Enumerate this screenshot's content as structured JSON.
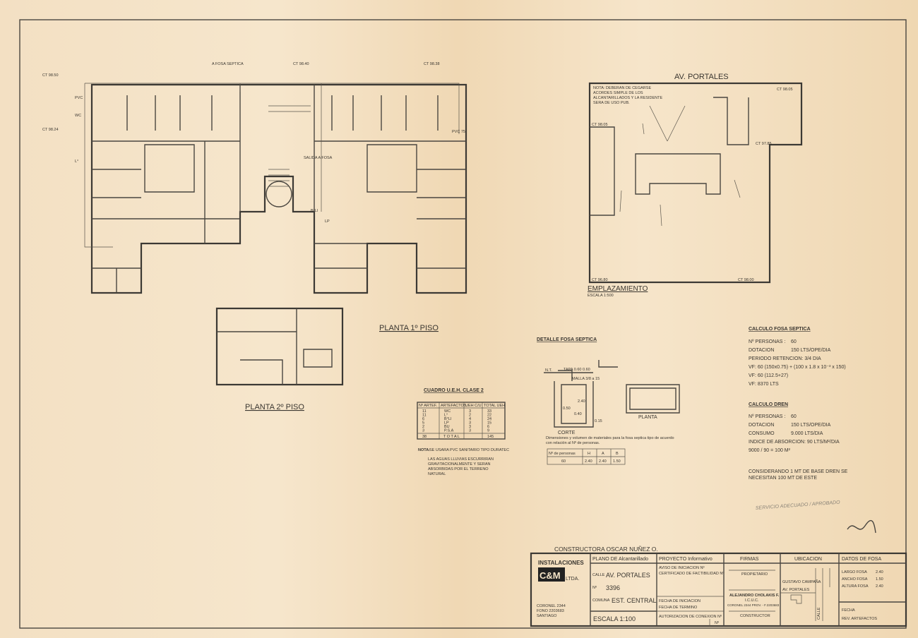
{
  "drawing": {
    "plan1_title": "PLANTA 1º PISO",
    "plan2_title": "PLANTA 2º PISO",
    "site_title": "EMPLAZAMIENTO",
    "site_scale": "ESCALA 1:500",
    "street": "AV. PORTALES",
    "site_note": "NOTA: DEBERAN DE CEGARSE ACORDES SIMPLE DE LOS ALCANTARILLADOS Y LA RESIDENTE SERA DE USO PUB.",
    "site_levels": [
      "CT 98.05",
      "CT 98.05",
      "CT 97.85",
      "CT 98.00",
      "CT 96.80"
    ],
    "plan_labels": [
      "PVC",
      "WC",
      "L°",
      "B°Ll",
      "LP",
      "PVC 75",
      "CT 98.50",
      "CT 98.40",
      "CT 98.38",
      "CT 98.24",
      "A FOSA SEPTICA",
      "SALIDA A FOSA"
    ],
    "stamp_text": "SERVICIO ADECUADO / APROBADO"
  },
  "ueh_table": {
    "title": "CUADRO U.E.H.  CLASE 2",
    "headers": [
      "Nº ARTEF.",
      "ARTEFACTOS",
      "UEH C/U",
      "TOTAL UEH"
    ],
    "rows": [
      [
        "11",
        "WC",
        "3",
        "33"
      ],
      [
        "11",
        "L°",
        "2",
        "22"
      ],
      [
        "6",
        "B°Ll",
        "4",
        "24"
      ],
      [
        "5",
        "LP",
        "3",
        "15"
      ],
      [
        "2",
        "BU",
        "3",
        "6"
      ],
      [
        "3",
        "P.S.A",
        "3",
        "9"
      ]
    ],
    "total": [
      "38",
      "T O T A L",
      "145"
    ],
    "note_label": "NOTA:",
    "note_1": "SE USARA PVC SANITARIO TIPO DURATEC",
    "note_2": "LAS AGUAS LLUVIAS ESCURRIRAN GRAVITACIONALMENTE Y SERAN ABSORBIDAS POR EL TERRENO NATURAL"
  },
  "septic_detail": {
    "title": "DETALLE FOSA SEPTICA",
    "section_label": "CORTE",
    "plan_label": "PLANTA",
    "caption": "Dimensiones y volumen de materiales para la fosa septica tipo de acuerdo con relación al Nº de personas.",
    "dims": [
      "TAPA 0.60 0.60",
      "MALLA 3/8 a 15",
      "N.T.",
      "0.50",
      "0.40",
      "2.40",
      "0.15"
    ],
    "dim_table": {
      "headers": [
        "Nº de personas",
        "H",
        "A",
        "B"
      ],
      "row": [
        "60",
        "2.40",
        "2.40",
        "1.50"
      ]
    }
  },
  "calc_septic": {
    "title": "CALCULO FOSA SEPTICA",
    "lines": [
      [
        "Nº PERSONAS :",
        "60"
      ],
      [
        "DOTACION",
        "150 LTS/OPE/DIA"
      ],
      [
        "PERIODO RETENCION: 3/4 DIA",
        ""
      ],
      [
        "VF: 60 (150x0.75) + (100 x 1.8 x 10⁻³ x 150)",
        ""
      ],
      [
        "VF: 60 (112.5+27)",
        ""
      ],
      [
        "VF: 8370 LTS",
        ""
      ]
    ]
  },
  "calc_dren": {
    "title": "CALCULO DREN",
    "lines": [
      [
        "Nº PERSONAS :",
        "60"
      ],
      [
        "DOTACION",
        "150 LTS/OPE/DIA"
      ],
      [
        "CONSUMO",
        "9.000 LTS/DIA"
      ],
      [
        "INDICE DE ABSORCION: 90 LTS/M²/DIA",
        ""
      ],
      [
        "9000 / 90 = 100 M²",
        ""
      ]
    ],
    "conclusion": "CONSIDERANDO 1 MT DE BASE DREN SE NECESITAN 100 MT DE ESTE"
  },
  "title_block": {
    "constructor": "CONSTRUCTORA  OSCAR  NUÑEZ  O.",
    "company_top": "INSTALACIONES",
    "company_logo": "C&M",
    "company_suffix": "LTDA.",
    "company_address": [
      "CORONEL 2344",
      "FONO 2203683",
      "SANTIAGO"
    ],
    "plan_of": "PLANO DE Alcantarillado",
    "calle_label": "CALLE",
    "calle": "AV. PORTALES",
    "numero_label": "Nº",
    "numero": "3396",
    "comuna_label": "COMUNA",
    "comuna": "EST. CENTRAL",
    "scale": "ESCALA  1:100",
    "project": "PROYECTO Informativo",
    "project_fields": [
      "AVISO DE INICIACION Nº",
      "CERTIFICADO DE FACTIBILIDAD Nº",
      "FECHA DE INICIACION",
      "FECHA DE TERMINO",
      "AUTORIZACION DE CONEXION Nº",
      "Nº"
    ],
    "signatures": "FIRMAS",
    "sig_owner": "PROPIETARIO",
    "sig_name": "ALEJANDRO CHOLAKIS F.",
    "sig_title": "I.C.U.C.",
    "sig_address": "CORONEL 2344 PROV. - F.2203683",
    "sig_constructor": "CONSTRUCTOR",
    "location": "UBICACION",
    "loc_street1": "GUSTAVO CAMPAÑA",
    "loc_street2": "AV. PORTALES",
    "loc_street3": "CALLE",
    "fosa_data": "DATOS DE  FOSA",
    "fosa_rows": [
      [
        "LARGO FOSA",
        "2.40"
      ],
      [
        "ANCHO FOSA",
        "1.50"
      ],
      [
        "ALTURA FOSA",
        "2.40"
      ]
    ],
    "fecha_label": "FECHA",
    "rev_label": "REV. ARTEFACTOS"
  }
}
